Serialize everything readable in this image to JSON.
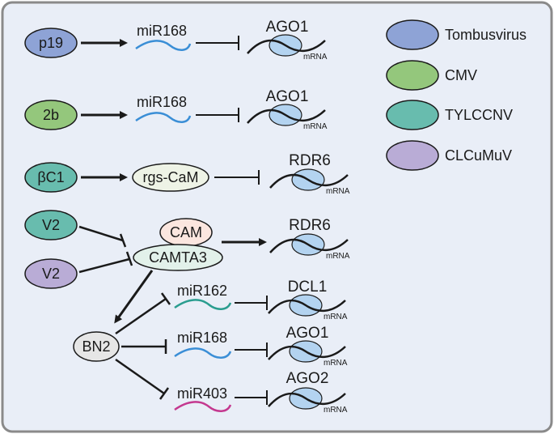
{
  "legend": [
    {
      "label": "Tombusvirus",
      "color": "#8ea3d6"
    },
    {
      "label": "CMV",
      "color": "#94c77c"
    },
    {
      "label": "TYLCCNV",
      "color": "#68bcae"
    },
    {
      "label": "CLCuMuV",
      "color": "#b9acd6"
    }
  ],
  "colors": {
    "frame_border": "#8a8a8a",
    "frame_fill": "#e9eef7",
    "mrna_blob": "#b3d3f0",
    "blue_rna": "#3a8ed6",
    "teal_rna": "#2a9d8f",
    "pink_rna": "#c4388f",
    "cam_fill": "#fbe6df",
    "camta3_fill": "#e2f1ea",
    "rgs_fill": "#eef3e6",
    "bn2_fill": "#e6e6e6"
  },
  "rows": {
    "p19": {
      "suppressor": "p19",
      "mirna": "miR168",
      "target": "AGO1",
      "mrna_label": "mRNA"
    },
    "2b": {
      "suppressor": "2b",
      "mirna": "miR168",
      "target": "AGO1",
      "mrna_label": "mRNA"
    },
    "bc1": {
      "suppressor": "βC1",
      "intermediate": "rgs-CaM",
      "target": "RDR6",
      "mrna_label": "mRNA"
    },
    "v2": {
      "suppressor_a": "V2",
      "suppressor_b": "V2",
      "complex_top": "CAM",
      "complex_bottom": "CAMTA3",
      "target": "RDR6",
      "mrna_label": "mRNA"
    }
  },
  "bn2": {
    "label": "BN2",
    "branches": [
      {
        "mirna": "miR162",
        "target": "DCL1",
        "mrna_label": "mRNA"
      },
      {
        "mirna": "miR168",
        "target": "AGO1",
        "mrna_label": "mRNA"
      },
      {
        "mirna": "miR403",
        "target": "AGO2",
        "mrna_label": "mRNA"
      }
    ]
  }
}
